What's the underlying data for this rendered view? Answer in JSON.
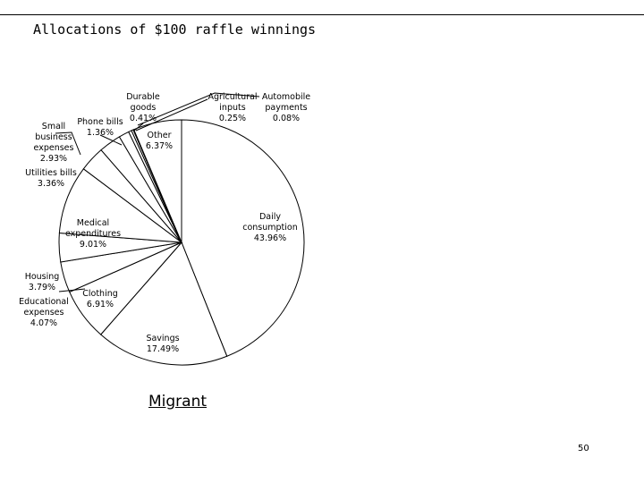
{
  "slide": {
    "title": "Allocations of $100 raffle winnings",
    "subtitle": "Migrant",
    "page_number": "50"
  },
  "chart_data": {
    "type": "pie",
    "title": "Allocations of $100 raffle winnings",
    "slices": [
      {
        "label": [
          "Daily",
          "consumption"
        ],
        "value": 43.96,
        "value_text": "43.96%"
      },
      {
        "label": [
          "Savings"
        ],
        "value": 17.49,
        "value_text": "17.49%"
      },
      {
        "label": [
          "Clothing"
        ],
        "value": 6.91,
        "value_text": "6.91%"
      },
      {
        "label": [
          "Educational",
          "expenses"
        ],
        "value": 4.07,
        "value_text": "4.07%"
      },
      {
        "label": [
          "Housing"
        ],
        "value": 3.79,
        "value_text": "3.79%"
      },
      {
        "label": [
          "Medical",
          "expenditures"
        ],
        "value": 9.01,
        "value_text": "9.01%"
      },
      {
        "label": [
          "Utilities bills"
        ],
        "value": 3.36,
        "value_text": "3.36%"
      },
      {
        "label": [
          "Small",
          "business",
          "expenses"
        ],
        "value": 2.93,
        "value_text": "2.93%"
      },
      {
        "label": [
          "Phone bills"
        ],
        "value": 1.36,
        "value_text": "1.36%"
      },
      {
        "label": [
          "Durable",
          "goods"
        ],
        "value": 0.41,
        "value_text": "0.41%"
      },
      {
        "label": [
          "Agricultural",
          "inputs"
        ],
        "value": 0.25,
        "value_text": "0.25%"
      },
      {
        "label": [
          "Automobile",
          "payments"
        ],
        "value": 0.08,
        "value_text": "0.08%"
      },
      {
        "label": [
          "Other"
        ],
        "value": 6.37,
        "value_text": "6.37%"
      }
    ],
    "colors": {
      "fill": "#ffffff",
      "stroke": "#000000"
    },
    "legend": "none",
    "start": "top, clockwise"
  }
}
